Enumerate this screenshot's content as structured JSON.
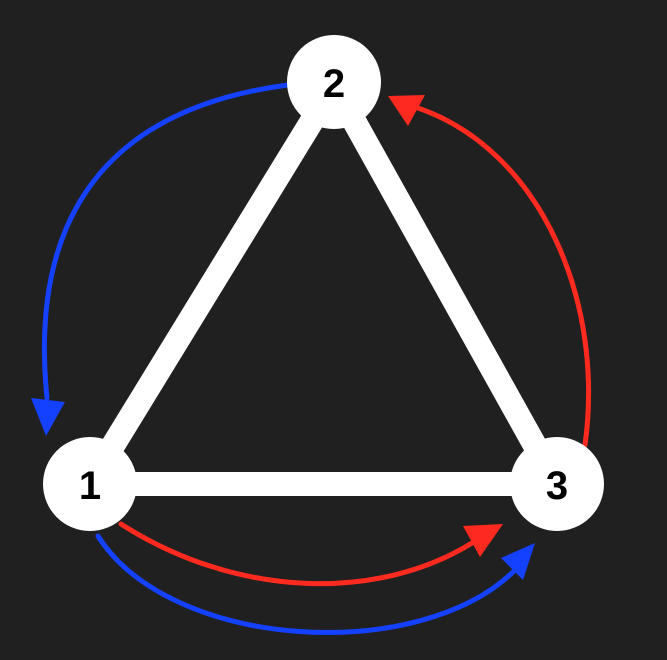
{
  "colors": {
    "background": "#202020",
    "node_fill": "#ffffff",
    "edge_stroke": "#ffffff",
    "label_color": "#000000",
    "path_red": "#ff2a1f",
    "path_blue": "#1440ff"
  },
  "graph": {
    "nodes": [
      {
        "id": "n1",
        "label": "1"
      },
      {
        "id": "n2",
        "label": "2"
      },
      {
        "id": "n3",
        "label": "3"
      }
    ],
    "edges": [
      {
        "from": "n1",
        "to": "n2"
      },
      {
        "from": "n2",
        "to": "n3"
      },
      {
        "from": "n1",
        "to": "n3"
      }
    ],
    "arrows": [
      {
        "id": "a-blue-2-1",
        "from": "n2",
        "to": "n1",
        "color": "blue"
      },
      {
        "id": "a-red-1-3",
        "from": "n1",
        "to": "n3",
        "color": "red"
      },
      {
        "id": "a-blue-1-3",
        "from": "n1",
        "to": "n3",
        "color": "blue"
      },
      {
        "id": "a-red-3-2",
        "from": "n3",
        "to": "n2",
        "color": "red"
      }
    ]
  }
}
